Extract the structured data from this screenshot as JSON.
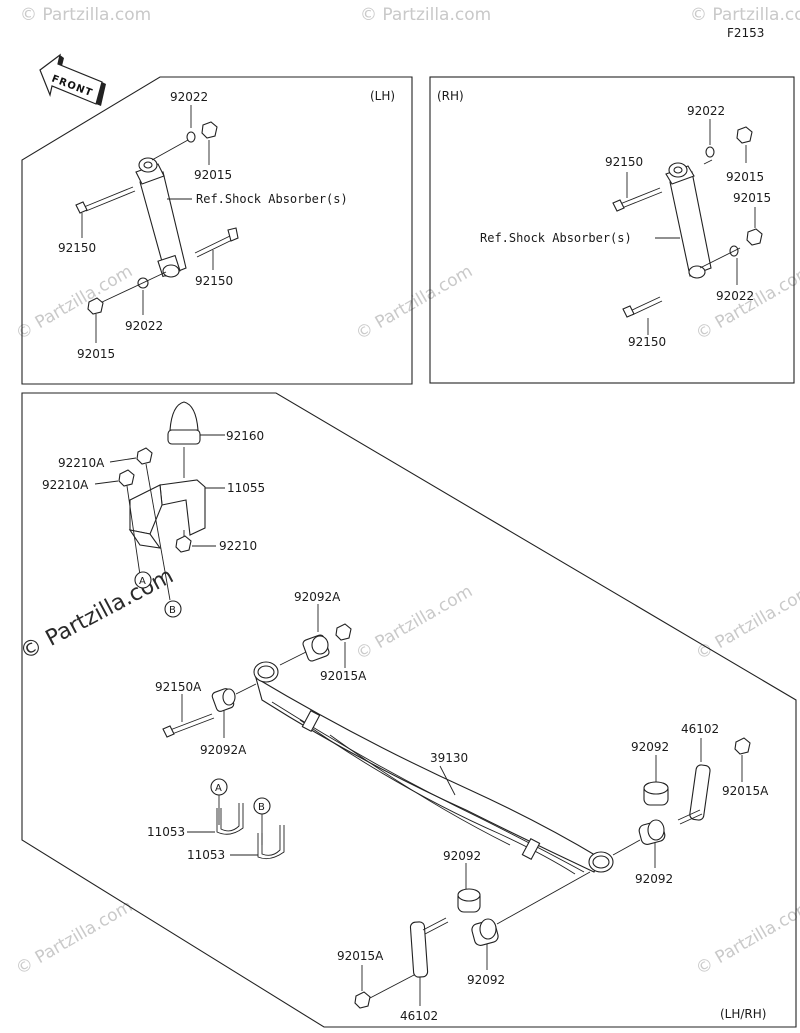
{
  "figure_code": "F2153",
  "front_label": "FRONT",
  "watermark": "© Partzilla.com",
  "panels": {
    "lh_shock": {
      "side": "(LH)",
      "ref": "Ref.Shock Absorber(s)",
      "labels": [
        "92022",
        "92015",
        "92150",
        "92150",
        "92022",
        "92015"
      ]
    },
    "rh_shock": {
      "side": "(RH)",
      "ref": "Ref.Shock Absorber(s)",
      "labels": [
        "92022",
        "92150",
        "92015",
        "92015",
        "92022",
        "92150"
      ]
    },
    "leaf_spring": {
      "side": "(LH/RH)",
      "labels": {
        "p92160": "92160",
        "p92210A_1": "92210A",
        "p92210A_2": "92210A",
        "p11055": "11055",
        "p92210": "92210",
        "p92092A_1": "92092A",
        "p92015A_1": "92015A",
        "p92150A": "92150A",
        "p92092A_2": "92092A",
        "p39130": "39130",
        "p46102_1": "46102",
        "p92092_1": "92092",
        "p92015A_2": "92015A",
        "p11053_1": "11053",
        "p11053_2": "11053",
        "p92092_2": "92092",
        "p92092_3": "92092",
        "p92092_4": "92092",
        "p92015A_3": "92015A",
        "p46102_2": "46102"
      },
      "callouts": [
        "A",
        "B",
        "A",
        "B"
      ]
    }
  }
}
